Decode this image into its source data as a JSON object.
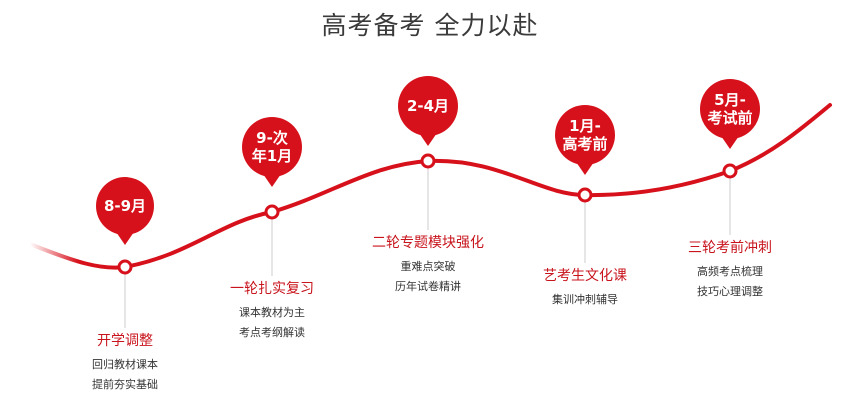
{
  "title": "高考备考 全力以赴",
  "colors": {
    "accent": "#d7111b",
    "title": "#3a3a3a",
    "stage_title": "#c8141c",
    "text": "#333333"
  },
  "stages": [
    {
      "pin": [
        "8-9月"
      ],
      "title": "开学调整",
      "lines": [
        "回归教材课本",
        "提前夯实基础"
      ]
    },
    {
      "pin": [
        "9-次",
        "年1月"
      ],
      "title": "一轮扎实复习",
      "lines": [
        "课本教材为主",
        "考点考纲解读"
      ]
    },
    {
      "pin": [
        "2-4月"
      ],
      "title": "二轮专题模块强化",
      "lines": [
        "重难点突破",
        "历年试卷精讲"
      ]
    },
    {
      "pin": [
        "1月-",
        "高考前"
      ],
      "title": "艺考生文化课",
      "lines": [
        "集训冲刺辅导"
      ]
    },
    {
      "pin": [
        "5月-",
        "考试前"
      ],
      "title": "三轮考前冲刺",
      "lines": [
        "高频考点梳理",
        "技巧心理调整"
      ]
    }
  ]
}
